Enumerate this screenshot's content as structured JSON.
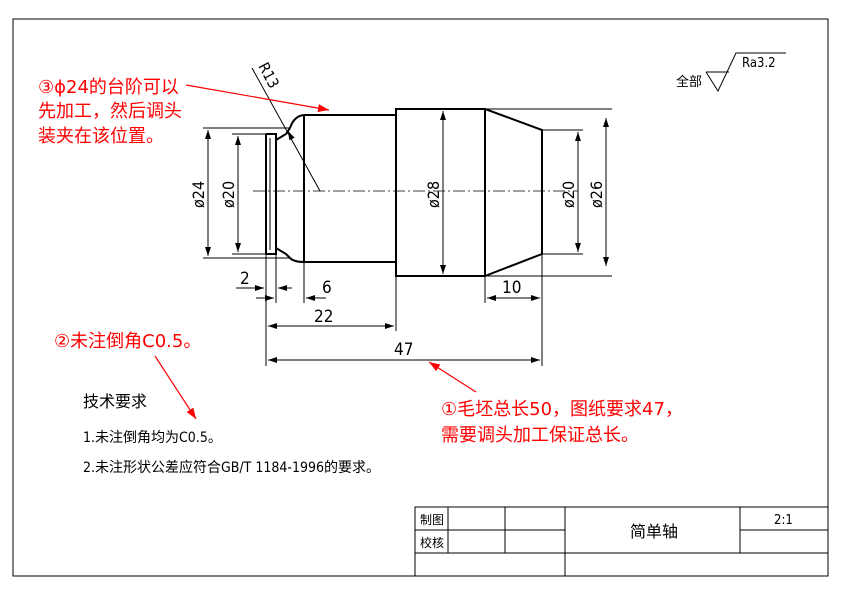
{
  "drawing": {
    "surface_finish": {
      "scope_label": "全部",
      "roughness": "Ra3.2"
    },
    "dimensions": {
      "d24": "ø24",
      "d20_left": "ø20",
      "d28": "ø28",
      "d20_right": "ø20",
      "d26": "ø26",
      "r13": "R13",
      "len_2": "2",
      "len_6": "6",
      "len_22": "22",
      "len_10": "10",
      "len_47": "47"
    },
    "tech_requirements": {
      "title": "技术要求",
      "items": [
        "1.未注倒角均为C0.5。",
        "2.未注形状公差应符合GB/T 1184-1996的要求。"
      ]
    },
    "annotations": {
      "note1_line1": "③ϕ24的台阶可以",
      "note1_line2": "先加工，然后调头",
      "note1_line3": "装夹在该位置。",
      "note2": "②未注倒角C0.5。",
      "note3_line1": "①毛坯总长50，图纸要求47，",
      "note3_line2": "需要调头加工保证总长。"
    },
    "title_block": {
      "drawn_label": "制图",
      "check_label": "校核",
      "part_name": "简单轴",
      "scale": "2:1"
    }
  },
  "colors": {
    "line": "#000000",
    "annotation": "#ff0000",
    "background": "#ffffff"
  }
}
